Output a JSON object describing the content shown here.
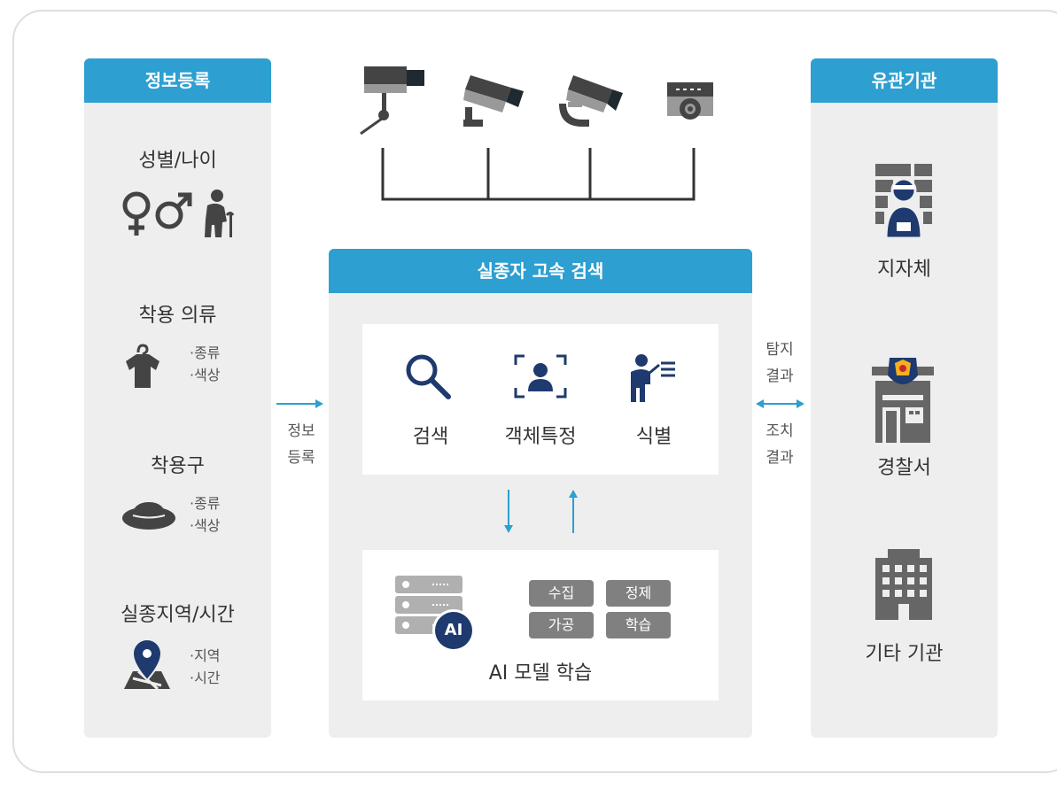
{
  "left_panel": {
    "header": "정보등록",
    "groups": [
      {
        "label": "성별/나이",
        "details": []
      },
      {
        "label": "착용 의류",
        "details": [
          "·종류",
          "·색상"
        ]
      },
      {
        "label": "착용구",
        "details": [
          "·종류",
          "·색상"
        ]
      },
      {
        "label": "실종지역/시간",
        "details": [
          "·지역",
          "·시간"
        ]
      }
    ]
  },
  "flow_left": {
    "line1": "정보",
    "line2": "등록"
  },
  "center": {
    "header": "실종자 고속 검색",
    "functions": [
      "검색",
      "객체특정",
      "식별"
    ],
    "ai": {
      "badge": "AI",
      "chips": [
        "수집",
        "정제",
        "가공",
        "학습"
      ],
      "label": "AI 모델 학습"
    }
  },
  "flow_right": {
    "top_line1": "탐지",
    "top_line2": "결과",
    "bottom_line1": "조치",
    "bottom_line2": "결과"
  },
  "right_panel": {
    "header": "유관기관",
    "orgs": [
      "지자체",
      "경찰서",
      "기타 기관"
    ]
  },
  "colors": {
    "accent": "#2d9fd0",
    "navy": "#1e3a6e",
    "gray": "#808080"
  },
  "icons": [
    "cctv-bullet-icon",
    "cctv-box-icon",
    "cctv-swivel-icon",
    "dome-camera-icon",
    "female-icon",
    "male-icon",
    "elderly-icon",
    "shirt-icon",
    "hat-icon",
    "map-pin-icon",
    "magnifier-icon",
    "face-frame-icon",
    "presenter-icon",
    "server-icon",
    "government-icon",
    "police-station-icon",
    "building-icon"
  ]
}
